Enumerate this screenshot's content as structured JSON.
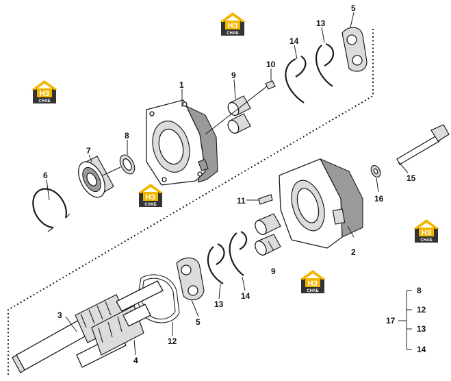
{
  "watermark": {
    "text": "НЗ",
    "subtext": "СНАБ",
    "accent": "#f2b600",
    "dark": "#333333"
  },
  "callouts": {
    "c1": "1",
    "c2": "2",
    "c3": "3",
    "c4": "4",
    "c5a": "5",
    "c5b": "5",
    "c6": "6",
    "c7": "7",
    "c8": "8",
    "c9a": "9",
    "c9b": "9",
    "c10": "10",
    "c11": "11",
    "c12": "12",
    "c13a": "13",
    "c13b": "13",
    "c14a": "14",
    "c14b": "14",
    "c15": "15",
    "c16": "16"
  },
  "kit": {
    "label": "17",
    "items": [
      "8",
      "12",
      "13",
      "14"
    ]
  },
  "colors": {
    "ink": "#1a1a1a",
    "shade": "#9a9a9a",
    "light": "#dcdcdc"
  }
}
